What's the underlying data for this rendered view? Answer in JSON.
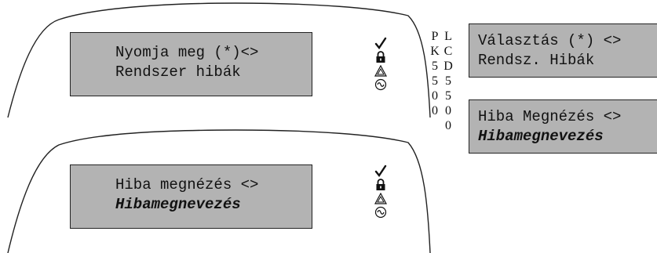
{
  "keypad_top": {
    "lines": [
      "Nyomja meg (*)<>",
      "Rendszer hibák"
    ],
    "icons": [
      "check-icon",
      "lock-icon",
      "warning-icon",
      "ac-power-icon"
    ]
  },
  "keypad_bottom": {
    "lines": [
      "Hiba megnézés <>",
      "Hibamegnevezés"
    ],
    "icons": [
      "check-icon",
      "lock-icon",
      "warning-icon",
      "ac-power-icon"
    ]
  },
  "model_labels": {
    "pk5500": [
      "P",
      "K",
      "5",
      "5",
      "0",
      "0"
    ],
    "lcd5500": [
      "L",
      "C",
      "D",
      "5",
      "5",
      "0",
      "0"
    ]
  },
  "lcd_right_top": {
    "lines": [
      "Választás (*) <>",
      "Rendsz. Hibák"
    ]
  },
  "lcd_right_bottom": {
    "lines": [
      "Hiba Megnézés <>",
      "Hibamegnevezés"
    ]
  }
}
